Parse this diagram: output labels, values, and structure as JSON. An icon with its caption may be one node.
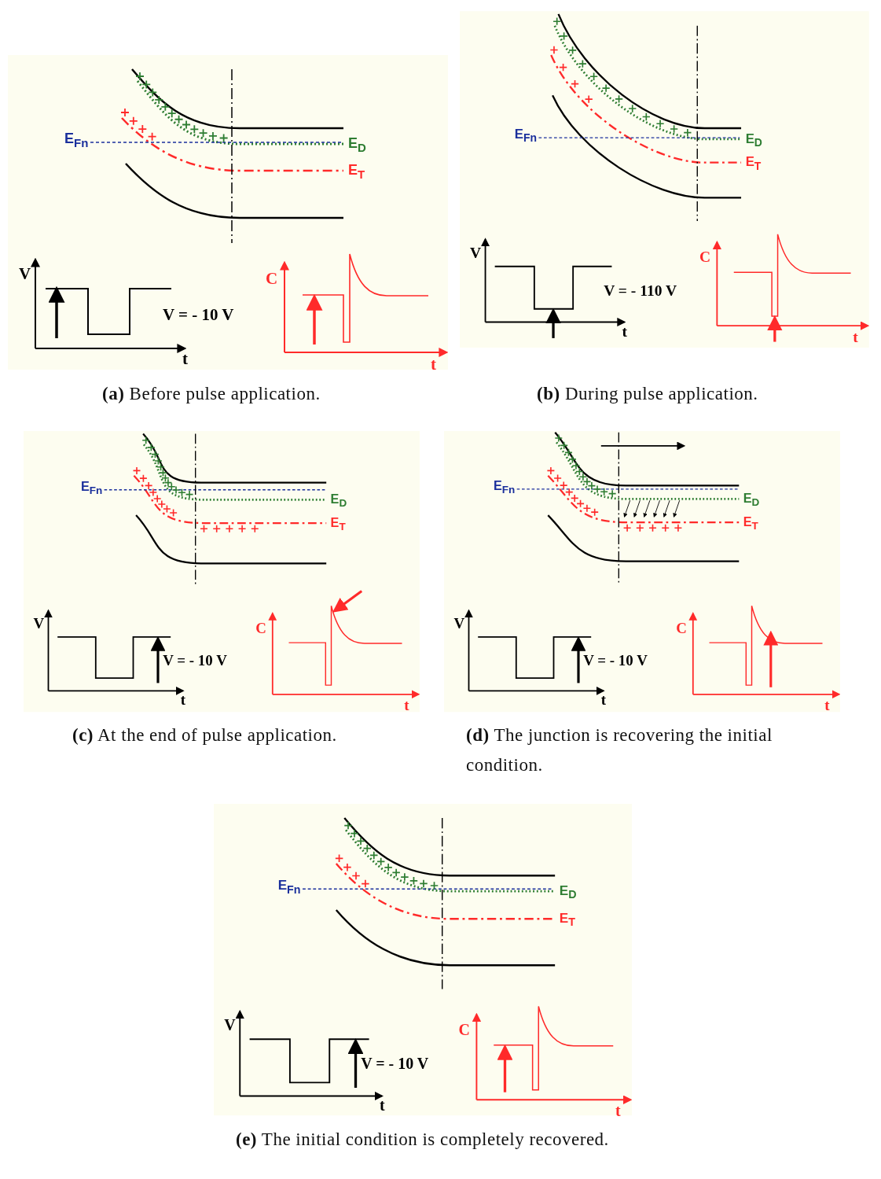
{
  "diagram": {
    "labels": [
      "E$_{Fn}$",
      "E$_{D}$",
      "E$_{T}$",
      "V",
      "V = - 10 V",
      "t",
      "C",
      "t",
      "**(a)** Before pulse application.",
      "E$_{Fn}$",
      "E$_{D}$",
      "E$_{T}$",
      "V",
      "V = - 110 V",
      "t",
      "C",
      "t",
      "**(b)** During pulse application.",
      "E$_{Fn}$",
      "E$_{D}$",
      "E$_{T}$",
      "V",
      "V = - 10 V",
      "t",
      "C",
      "t",
      "**(c)** At the end of pulse application.",
      "E$_{Fn}$",
      "E$_{D}$",
      "E$_{T}$",
      "V",
      "V = - 10 V",
      "t",
      "C",
      "t",
      "**(d)** The junction is recovering the initial condition.",
      "E$_{Fn}$",
      "E$_{D}$",
      "E$_{T}$",
      "V",
      "V = - 10 V",
      "t",
      "C",
      "t",
      "**(e)** The initial condition is completely recovered."
    ]
  }
}
